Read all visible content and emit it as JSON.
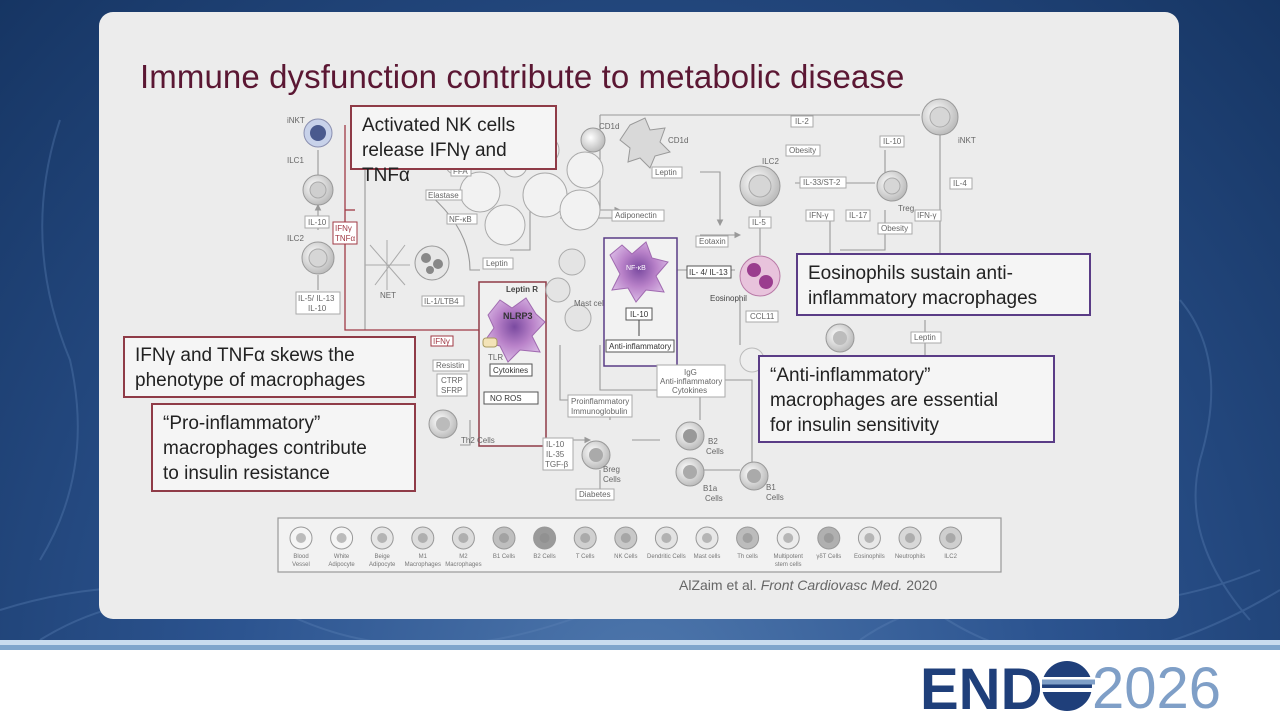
{
  "slide": {
    "title": "Immune dysfunction contribute to metabolic disease",
    "citation": {
      "authors": "AlZaim et al.",
      "journal": "Front Cardiovasc Med.",
      "year": "2020"
    }
  },
  "callouts": {
    "nk_cells": [
      "Activated NK cells",
      "release IFNγ and TNFα"
    ],
    "skews": [
      "IFNγ and TNFα skews the",
      "phenotype of macrophages"
    ],
    "pro_inflammatory": [
      "“Pro-inflammatory”",
      "macrophages contribute",
      "to insulin resistance"
    ],
    "eosinophils": [
      "Eosinophils sustain anti-",
      "inflammatory macrophages"
    ],
    "anti_inflammatory": [
      "“Anti-inflammatory”",
      "macrophages are essential",
      "for insulin sensitivity"
    ]
  },
  "diagram_labels": {
    "inkt_left": "iNKT",
    "ilc1": "ILC1",
    "ilc2_left": "ILC2",
    "il10_left": "IL-10",
    "ifng_tnfa": [
      "IFNγ",
      "TNFα"
    ],
    "il5_il13_il10": [
      "IL-5/ IL-13",
      "IL-10"
    ],
    "ffa": "FFA",
    "elastase": "Elastase",
    "nfkb_left": "NF-κB",
    "net": "NET",
    "il1_ltb4": "IL-1/LTB4",
    "leptin_center": "Leptin",
    "leptin_r": "Leptin R",
    "nlrp3": "NLRP3",
    "ifng_small": "IFNγ",
    "tlr": "TLR",
    "resistin": "Resistin",
    "ctrp_sfrp": [
      "CTRP",
      "SFRP"
    ],
    "cytokines": "Cytokines",
    "no_ros": "NO ROS",
    "cd1d_a": "CD1d",
    "cd1d_b": "CD1d",
    "adiponectin": "Adiponectin",
    "leptin_top": "Leptin",
    "mast_cells": "Mast cells",
    "nfkb_m2": "NF-κB",
    "il10_m2": "IL-10",
    "anti_inflammatory_box": "Anti-inflammatory",
    "il4_il13": "IL- 4/ IL-13",
    "eotaxin": "Eotaxin",
    "eosinophil": "Eosinophil",
    "ccl11": "CCL11",
    "il2": "IL-2",
    "obesity_a": "Obesity",
    "il10_right": "IL-10",
    "inkt_right": "iNKT",
    "ilc2_right": "ILC2",
    "il33_st2": "IL-33/ST-2",
    "treg": "Treg",
    "il4_right": "IL-4",
    "il5_right": "IL-5",
    "ifng_right": "IFN-γ",
    "il17": "IL-17",
    "obesity_b": "Obesity",
    "ifng_right2": "IFN-γ",
    "leptin_right": "Leptin",
    "igg_anti": [
      "IgG",
      "Anti-inflammatory",
      "Cytokines"
    ],
    "proinflammatory_ig": [
      "Proinflammatory",
      "Immunoglobulin"
    ],
    "th2_cells": "Th2 Cells",
    "il10_il35_tgfb": [
      "IL-10",
      "IL-35",
      "TGF-β"
    ],
    "breg_cells": [
      "Breg",
      "Cells"
    ],
    "diabetes": "Diabetes",
    "b2_cells": [
      "B2",
      "Cells"
    ],
    "b1a_cells": [
      "B1a",
      "Cells"
    ],
    "b1_cells": [
      "B1",
      "Cells"
    ]
  },
  "legend": [
    [
      "Blood",
      "Vessel"
    ],
    [
      "White",
      "Adipocyte"
    ],
    [
      "Beige",
      "Adipocyte"
    ],
    [
      "M1",
      "Macrophages"
    ],
    [
      "M2",
      "Macrophages"
    ],
    [
      "B1 Cells"
    ],
    [
      "B2 Cells"
    ],
    [
      "T Cells"
    ],
    [
      "NK Cells"
    ],
    [
      "Dendritic Cells"
    ],
    [
      "Mast cells"
    ],
    [
      "Th cells"
    ],
    [
      "Multipotent",
      "stem cells"
    ],
    [
      "γδT Cells"
    ],
    [
      "Eosinophils"
    ],
    [
      "Neutrophils"
    ],
    [
      "ILC2"
    ]
  ],
  "logo": {
    "text_left": "END",
    "text_right": "2026"
  },
  "colors": {
    "title": "#5b1733",
    "red_border": "#8f3b47",
    "purple_border": "#5a3c86",
    "logo_navy": "#1f3f7a",
    "logo_blue": "#7f9fc7",
    "nlrp3": "#b878c4",
    "eosinophil": "#c060a8"
  }
}
